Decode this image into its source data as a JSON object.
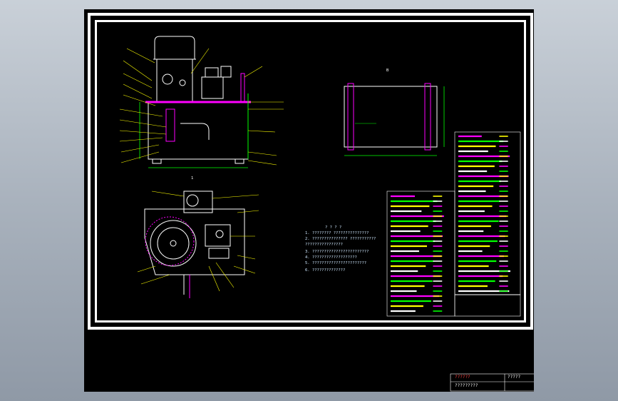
{
  "viewer": {
    "background_color": "#aab3bf"
  },
  "drawing": {
    "background_color": "#000000",
    "line_color": "#ffffff",
    "dimension_color": "#00ff00",
    "leader_color": "#ffff00",
    "magenta": "#ff00ff",
    "view_labels": {
      "front": "1",
      "side": "B"
    },
    "notes_title": "? ? ? ?",
    "notes": [
      "1. ???????? ???????????????",
      "2. ??????????????? ???????????",
      "   ????????????????",
      "3. ????????????????????????",
      "4. ???????????????????",
      "5. ???????????????????????",
      "6. ??????????????"
    ],
    "title_block": {
      "company": "??????",
      "sheet": "?????",
      "drawing_title": "?????????"
    }
  }
}
